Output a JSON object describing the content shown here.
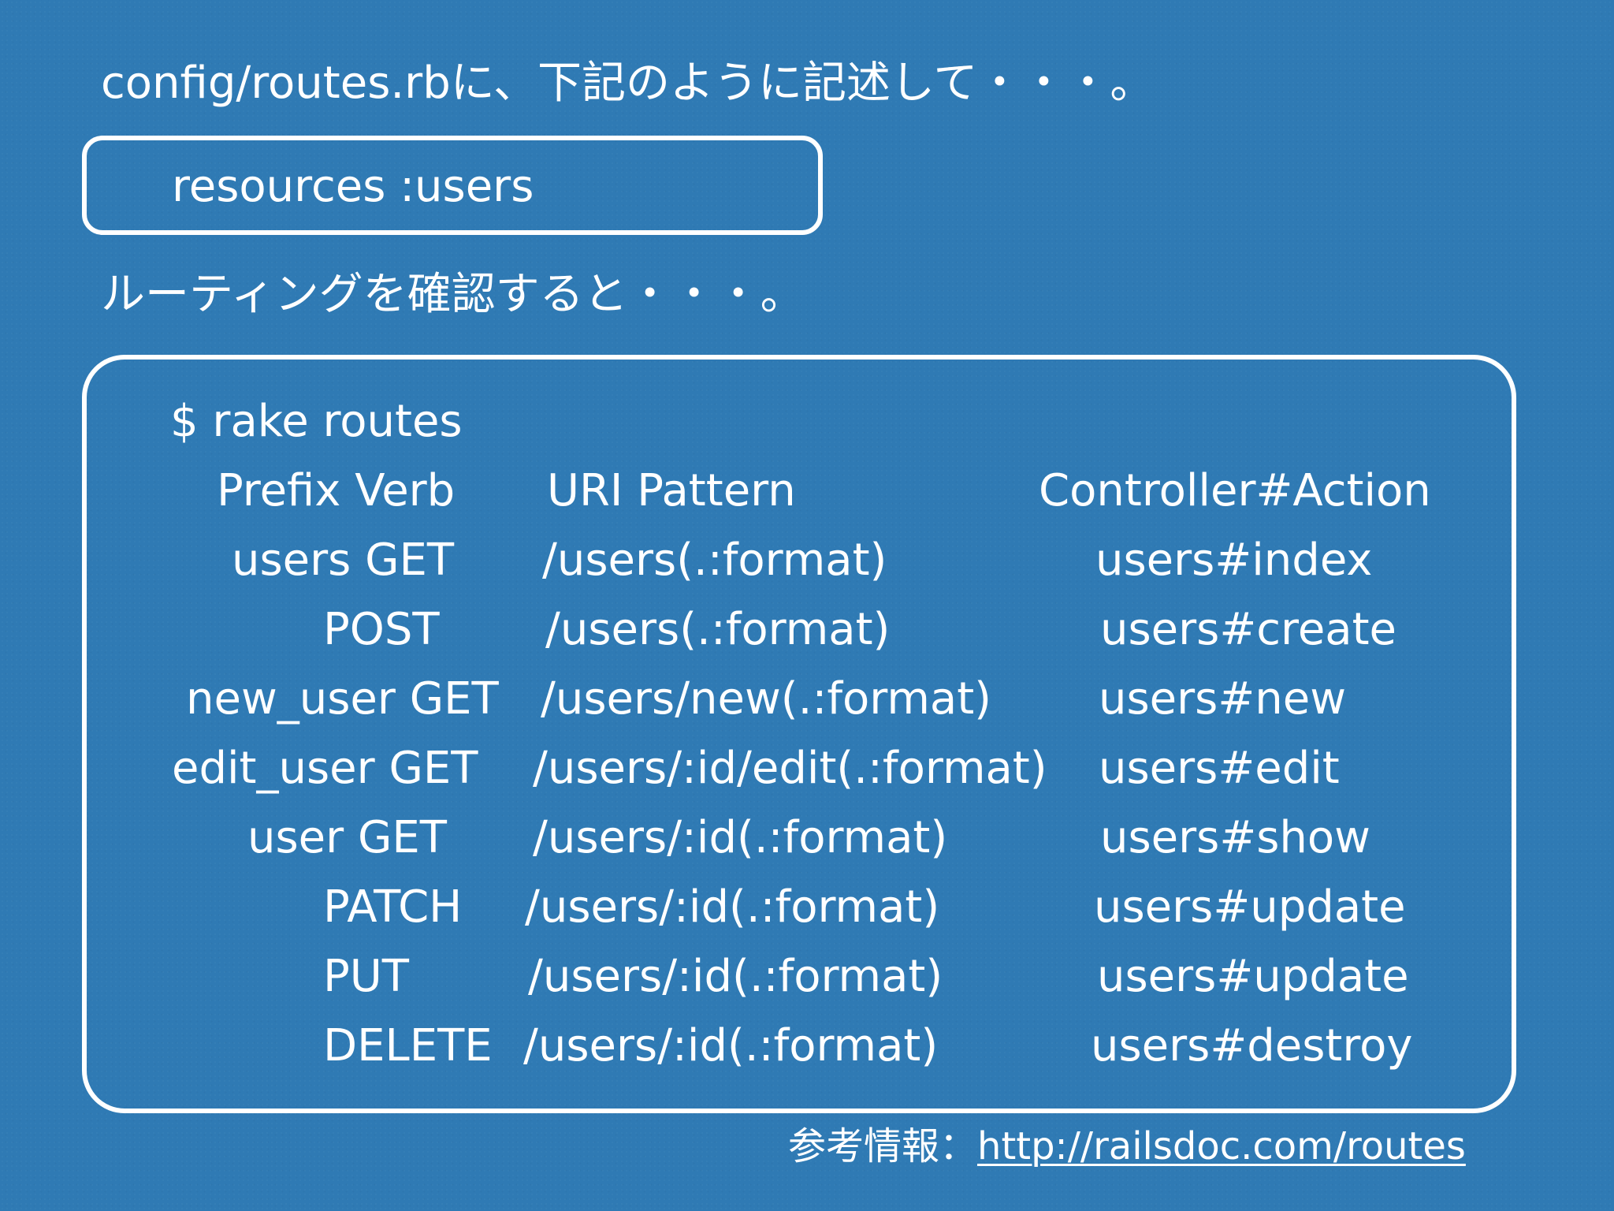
{
  "intro": "config/routes.rbに、下記のように記述して・・・。",
  "code": "resources :users",
  "routing_text": "ルーティングを確認すると・・・。",
  "command": "$ rake routes",
  "header": {
    "prefix_verb": "Prefix Verb",
    "uri_pattern": "URI Pattern",
    "controller_action": "Controller#Action"
  },
  "routes": [
    {
      "prefix_verb": "users GET",
      "uri": "/users(.:format)",
      "action": "users#index"
    },
    {
      "prefix_verb": "POST",
      "uri": "/users(.:format)",
      "action": "users#create"
    },
    {
      "prefix_verb": "new_user GET",
      "uri": "/users/new(.:format)",
      "action": "users#new"
    },
    {
      "prefix_verb": "edit_user GET",
      "uri": "/users/:id/edit(.:format)",
      "action": "users#edit"
    },
    {
      "prefix_verb": "user GET",
      "uri": "/users/:id(.:format)",
      "action": "users#show"
    },
    {
      "prefix_verb": "PATCH",
      "uri": "/users/:id(.:format)",
      "action": "users#update"
    },
    {
      "prefix_verb": "PUT",
      "uri": "/users/:id(.:format)",
      "action": "users#update"
    },
    {
      "prefix_verb": "DELETE",
      "uri": "/users/:id(.:format)",
      "action": "users#destroy"
    }
  ],
  "reference": {
    "label": "参考情報：",
    "link": "http://railsdoc.com/routes"
  }
}
